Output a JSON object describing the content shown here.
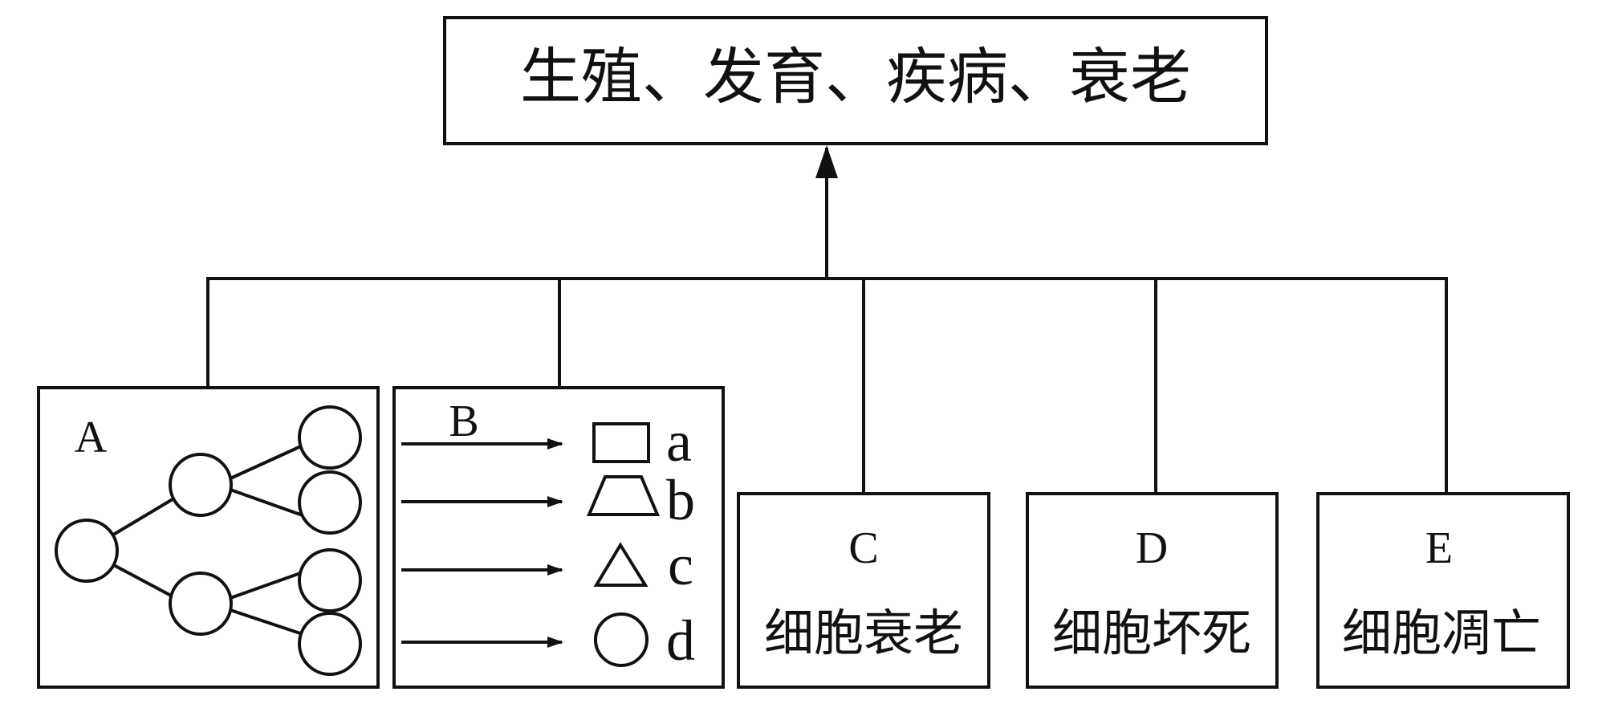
{
  "title": "生殖、发育、疾病、衰老",
  "panel_a": {
    "label": "A"
  },
  "panel_b": {
    "label": "B",
    "items": [
      {
        "shape": "rectangle",
        "label": "a"
      },
      {
        "shape": "trapezoid",
        "label": "b"
      },
      {
        "shape": "triangle",
        "label": "c"
      },
      {
        "shape": "circle",
        "label": "d"
      }
    ]
  },
  "panel_c": {
    "letter": "C",
    "label": "细胞衰老"
  },
  "panel_d": {
    "letter": "D",
    "label": "细胞坏死"
  },
  "panel_e": {
    "letter": "E",
    "label": "细胞凋亡"
  }
}
